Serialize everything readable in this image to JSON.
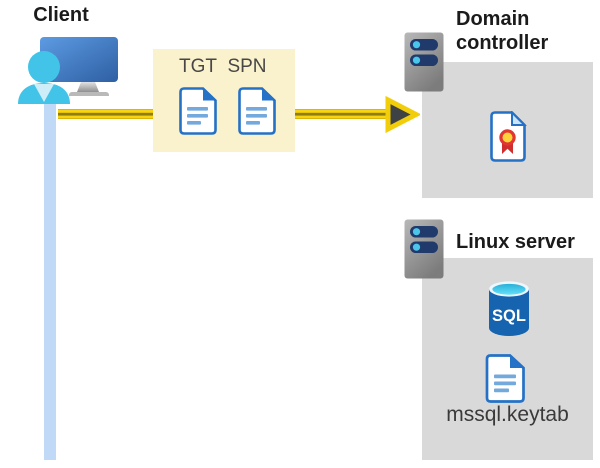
{
  "client": {
    "label": "Client"
  },
  "ticket_box": {
    "tgt": "TGT",
    "spn": "SPN"
  },
  "domain_controller": {
    "label": "Domain controller"
  },
  "linux_server": {
    "label": "Linux server",
    "keytab": "mssql.keytab"
  },
  "sql": {
    "label": "SQL"
  },
  "colors": {
    "arrow_yellow": "#f8d410",
    "arrow_core": "#8e7d12",
    "arrowhead_dark": "#3f4245",
    "ticket_box_bg": "#faf2cd",
    "gray_box_bg": "#d9d9d9",
    "connection_line_blue": "#c0d9f6",
    "document_blue": "#2471c6",
    "sql_blue": "#1663af",
    "person_cyan": "#41c4e8",
    "server_pill_navy": "#203a6b"
  }
}
